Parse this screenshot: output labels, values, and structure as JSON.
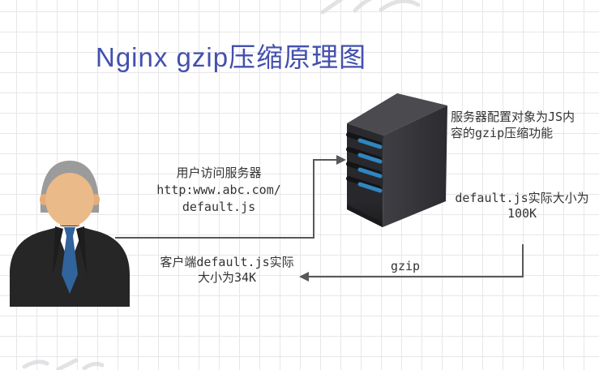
{
  "title": "Nginx gzip压缩原理图",
  "diagram": {
    "user_request_label": "用户访问服务器\nhttp:www.abc.com/\ndefault.js",
    "server_config_label": "服务器配置对象为JS内\n容的gzip压缩功能",
    "server_file_size_label": "default.js实际大小为\n100K",
    "client_file_size_label": "客户端default.js实际\n大小为34K",
    "gzip_label": "gzip"
  },
  "icons": {
    "user": "businessman-avatar",
    "server": "server-tower",
    "request_arrow": "arrow-right-elbow",
    "response_arrow": "arrow-left-elbow"
  },
  "colors": {
    "title_blue": "#4350ae",
    "body_text": "#333333",
    "arrow_gray": "#58585a",
    "server_body_dark": "#2a2a2e",
    "server_top": "#4b4b4f",
    "server_side": "#39393d",
    "server_stripe_blue": "#2f86c0",
    "grid_line": "#e7e7ea",
    "suit_dark": "#262626",
    "tie_blue": "#31639c",
    "face_tan": "#eaba88",
    "hair_gray": "#9b9b9b",
    "shirt_white": "#ffffff"
  }
}
